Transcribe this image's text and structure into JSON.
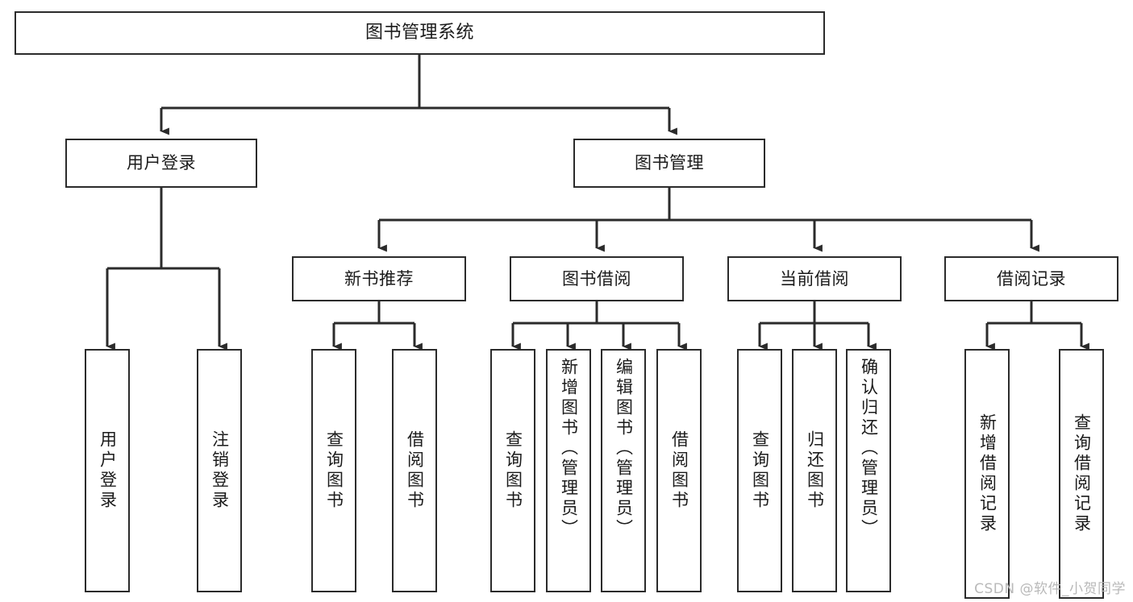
{
  "diagram": {
    "title": "图书管理系统",
    "type": "tree",
    "root": {
      "id": "root",
      "label": "图书管理系统"
    },
    "level1": [
      {
        "id": "login",
        "label": "用户登录"
      },
      {
        "id": "bookmgmt",
        "label": "图书管理"
      }
    ],
    "level2": [
      {
        "id": "newbook",
        "label": "新书推荐",
        "parent": "bookmgmt"
      },
      {
        "id": "borrow",
        "label": "图书借阅",
        "parent": "bookmgmt"
      },
      {
        "id": "current",
        "label": "当前借阅",
        "parent": "bookmgmt"
      },
      {
        "id": "record",
        "label": "借阅记录",
        "parent": "bookmgmt"
      }
    ],
    "leaves": [
      {
        "id": "leaf-login-1",
        "label": "用户登录",
        "parent": "login"
      },
      {
        "id": "leaf-login-2",
        "label": "注销登录",
        "parent": "login"
      },
      {
        "id": "leaf-new-1",
        "label": "查询图书",
        "parent": "newbook"
      },
      {
        "id": "leaf-new-2",
        "label": "借阅图书",
        "parent": "newbook"
      },
      {
        "id": "leaf-bor-1",
        "label": "查询图书",
        "parent": "borrow"
      },
      {
        "id": "leaf-bor-2",
        "label": "新增图书（管理员）",
        "parent": "borrow"
      },
      {
        "id": "leaf-bor-3",
        "label": "编辑图书（管理员）",
        "parent": "borrow"
      },
      {
        "id": "leaf-bor-4",
        "label": "借阅图书",
        "parent": "borrow"
      },
      {
        "id": "leaf-cur-1",
        "label": "查询图书",
        "parent": "current"
      },
      {
        "id": "leaf-cur-2",
        "label": "归还图书",
        "parent": "current"
      },
      {
        "id": "leaf-cur-3",
        "label": "确认归还（管理员）",
        "parent": "current"
      },
      {
        "id": "leaf-rec-1",
        "label": "新增借阅记录",
        "parent": "record"
      },
      {
        "id": "leaf-rec-2",
        "label": "查询借阅记录",
        "parent": "record"
      }
    ],
    "colors": {
      "stroke": "#2b2b2b",
      "fill": "#ffffff",
      "text": "#1b1b1b",
      "watermark": "#b9b9b9"
    }
  },
  "watermark": {
    "text": "CSDN @软件_小贺同学"
  }
}
